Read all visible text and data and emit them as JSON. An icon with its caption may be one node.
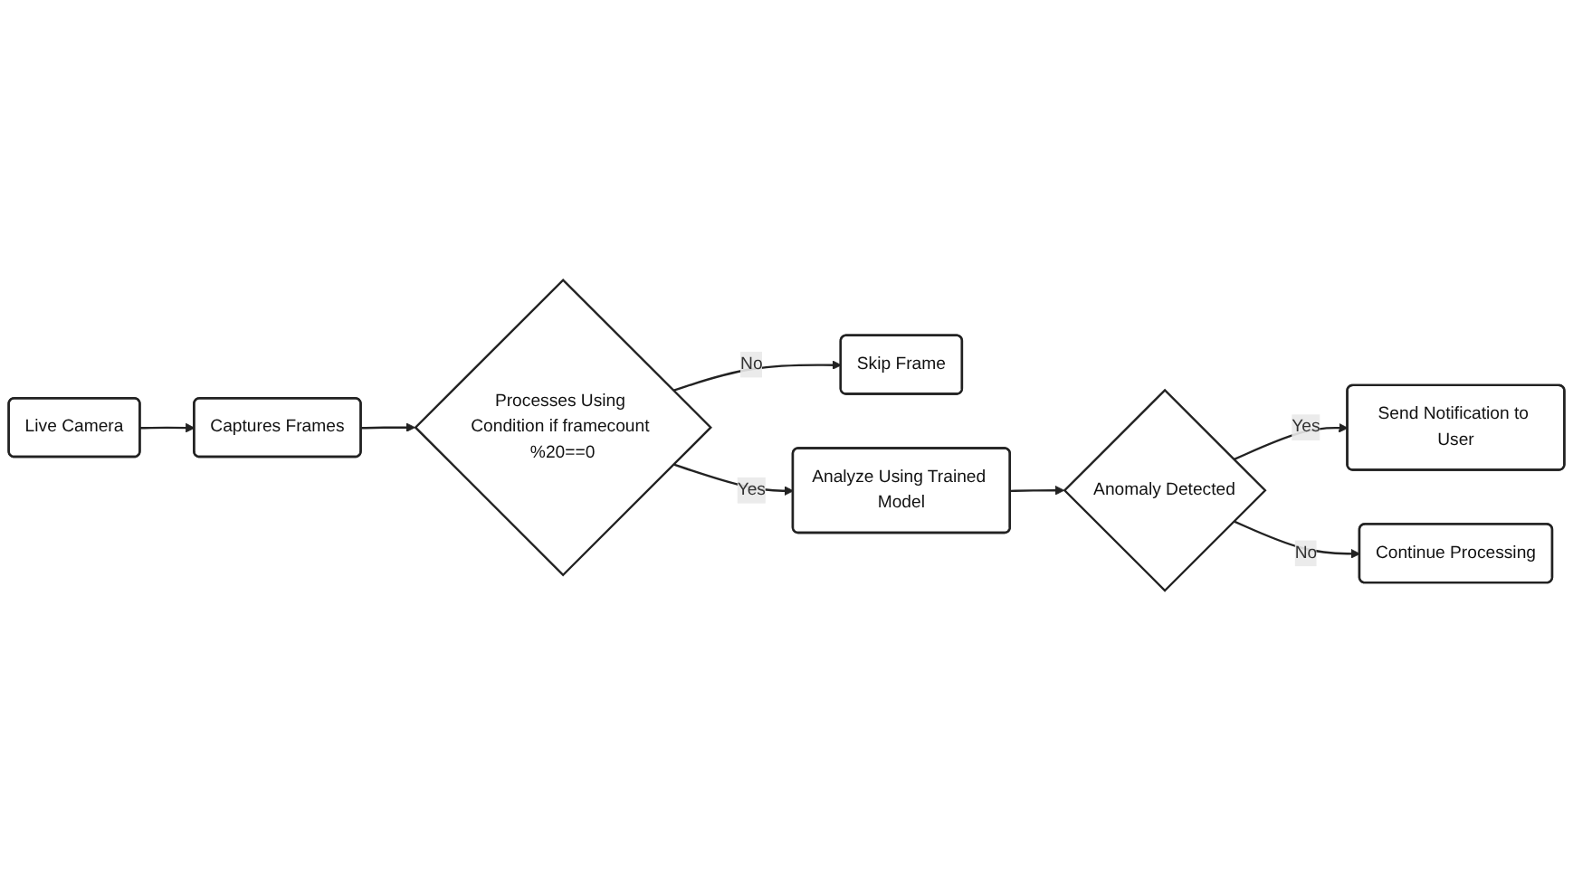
{
  "diagram": {
    "nodes": [
      {
        "text": [
          "Live Camera"
        ]
      },
      {
        "text": [
          "Captures Frames"
        ]
      },
      {
        "text": [
          "Processes Using Condition if framecount %20==0"
        ]
      },
      {
        "text": [
          "Skip Frame"
        ]
      },
      {
        "text": [
          "Analyze Using Trained Model"
        ]
      },
      {
        "text": [
          "Anomaly Detected"
        ]
      },
      {
        "text": [
          "Send Notification to User"
        ]
      },
      {
        "text": [
          "Continue Processing"
        ]
      }
    ],
    "edges": [
      {
        "from": 0,
        "to": 1,
        "arrow": "to"
      },
      {
        "from": 1,
        "to": 2,
        "arrow": "to"
      },
      {
        "from": 2,
        "to": 3,
        "label": "No",
        "arrow": "to"
      },
      {
        "from": 2,
        "to": 4,
        "label": "Yes",
        "arrow": "to"
      },
      {
        "from": 4,
        "to": 5,
        "arrow": "to"
      },
      {
        "from": 5,
        "to": 6,
        "label": "Yes",
        "arrow": "to"
      },
      {
        "from": 5,
        "to": 7,
        "label": "No",
        "arrow": "to"
      }
    ]
  }
}
